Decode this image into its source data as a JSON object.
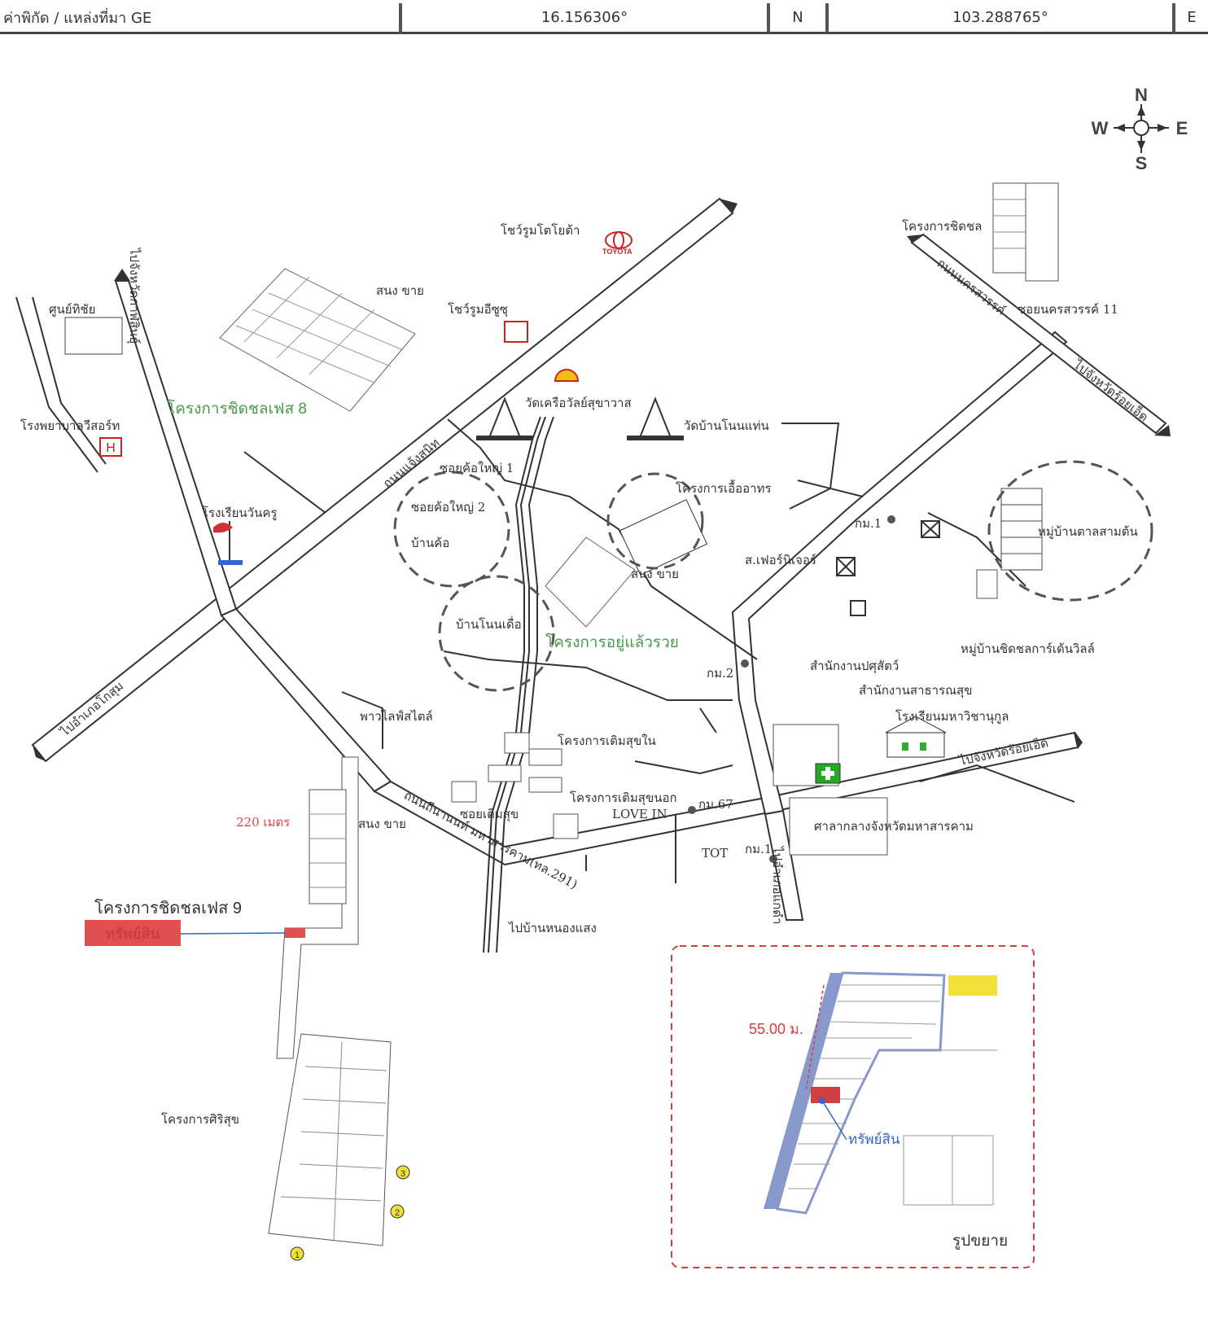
{
  "header": {
    "label": "ค่าพิกัด / แหล่งที่มา GE",
    "latitude": "16.156306°",
    "lat_dir": "N",
    "longitude": "103.288765°",
    "lon_dir": "E"
  },
  "compass": {
    "n": "N",
    "s": "S",
    "e": "E",
    "w": "W"
  },
  "labels": {
    "toyota_showroom": "โชว์รูมโตโยต้า",
    "toyota_brand": "TOYOTA",
    "isuzu_showroom": "โชว์รูมอีซูซุ",
    "nong_chai_1": "สนง ขาย",
    "hospital_name": "โรงพยาบาลวีสอร์ท",
    "suny": "ศูนย์ทิชัย",
    "chidchol_8": "โครงการชิดชลเฟส 8",
    "wat_khruea": "วัดเครือวัลย์สุขาวาส",
    "wat_ban_non": "วัดบ้านโนนแท่น",
    "school_1": "โรงเรียนวันครู",
    "soi_kho_yai": "ซอยค้อใหญ่ 1",
    "soi_kho_yai2": "ซอยค้อใหญ่ 2",
    "ban_kho": "บ้านค้อ",
    "muang_road": "ถนนแจ้งสนิท",
    "project_euea": "โครงการเอื้ออาทร",
    "nong_chai_2": "สนง ขาย",
    "ban_non_duea": "บ้านโนนเดื่อ",
    "yu_laew_ruay": "โครงการอยู่แล้วรวย",
    "furniture": "ส.เฟอร์นิเจอร์",
    "km1_top": "กม.1",
    "mhu_ban_tan": "หมู่บ้านตาลสามต้น",
    "mhu_ban_chidchol": "หมู่บ้านชิดชลการ์เด้นวิลล์",
    "livestock": "สำนักงานปศุสัตว์",
    "public_health": "สำนักงานสาธารณสุข",
    "school_2": "โรงเรียนมหาวิชานุกูล",
    "to_roi_et": "ไปจังหวัดร้อยเอ็ด",
    "to_roi_et_2": "ไปจังหวัดร้อยเอ็ด",
    "chidchol_top": "โครงการชิดชล",
    "road_ne": "ถนนนครสวรรค์",
    "soi_ne": "ซอยนครสวรรค์ 11",
    "km2": "กม.2",
    "pawai": "พาวไลฟ์สไตล์",
    "to_kosum": "ไปอำเภอโกสุม",
    "project_toem_sook_nai": "โครงการเติมสุขใน",
    "project_toem_sook_nok": "โครงการเติมสุขนอก",
    "love_in": "LOVE IN",
    "km_67": "กม.67",
    "soi_toem_sook": "ซอยเติมสุข",
    "nong_chai_3": "สนง ขาย",
    "distance_220": "220 เมตร",
    "main_road": "ถนนถีนานนท์ มหาสารคาม(ทล.291)",
    "tot": "TOT",
    "km1_bottom": "กม.1",
    "sala_klang": "ศาลากลางจังหวัดมหาสารคาม",
    "to_nong_saeng": "ไปบ้านหนองแสง",
    "chidchol_9": "โครงการชิดชลเฟส 9",
    "asset_tag": "ทรัพย์สิน",
    "siri_sook": "โครงการศิริสุข",
    "to_kalasin": "ไปจังหวัดกาฬสินธุ์",
    "to_muang": "ไปอำเภอแกดำ",
    "marker1": "1",
    "marker2": "2",
    "marker3": "3"
  },
  "inset": {
    "distance": "55.00 ม.",
    "asset": "ทรัพย์สิน",
    "caption": "รูปขยาย"
  },
  "colors": {
    "asset_red": "#e05050",
    "green_text": "#4a9a4a",
    "inset_border": "#d04040",
    "inset_road": "#8899cc",
    "yellow": "#f2e03a"
  }
}
